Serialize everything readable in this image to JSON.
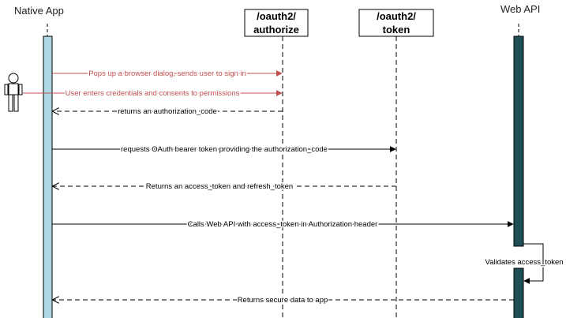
{
  "participants": {
    "native_app": "Native App",
    "authorize_line1": "/oauth2/",
    "authorize_line2": "authorize",
    "token_line1": "/oauth2/",
    "token_line2": "token",
    "web_api": "Web API"
  },
  "messages": [
    "Pops up a browser dialog, sends user to sign in",
    "User enters credentials and consents to permissions",
    "returns an authorization_code",
    "requests OAuth bearer token providing the authorization_code",
    "Returns an access_token and refresh_token",
    "Calls Web API with access_token in Authorization header",
    "Validates access_token",
    "Returns secure data to app"
  ],
  "colors": {
    "native_app_bar": "#add8e6",
    "web_api_bar": "#1f4e56",
    "user_message": "#c0504d",
    "default_message": "#000000"
  }
}
